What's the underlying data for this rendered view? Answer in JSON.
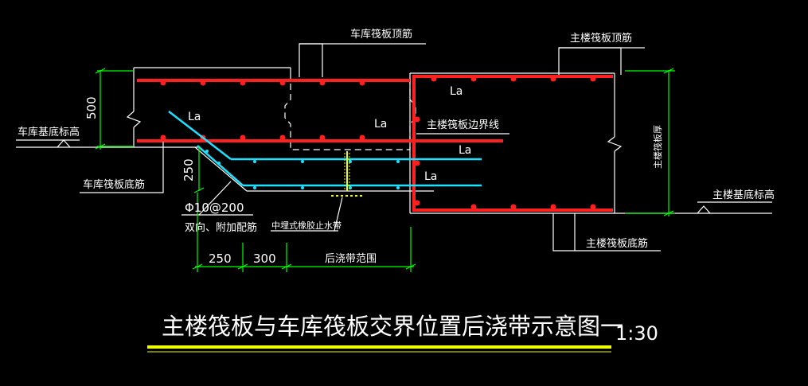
{
  "labels": {
    "garage_raft_top_rebar": "车库筏板顶筋",
    "main_raft_top_rebar": "主楼筏板顶筋",
    "main_raft_boundary": "主楼筏板边界线",
    "garage_base_elevation": "车库基底标高",
    "garage_raft_bottom_rebar": "车库筏板底筋",
    "main_raft_bottom_rebar": "主楼筏板底筋",
    "main_raft_thickness": "主楼筏板厚",
    "main_base_elevation": "主楼基底标高",
    "rebar_spec": "Φ10@200",
    "rebar_note": "双向、附加配筋",
    "waterstop": "中埋式橡胶止水带",
    "post_pour_range": "后浇带范围",
    "la": "La",
    "dim_500": "500",
    "dim_250_v": "250",
    "dim_250_h": "250",
    "dim_300": "300"
  },
  "title": {
    "text": "主楼筏板与车库筏板交界位置后浇带示意图一",
    "scale": "1:30"
  },
  "colors": {
    "background": "#000000",
    "rebar_main": "#ff2020",
    "rebar_added": "#20e0ff",
    "dimension": "#00ff00",
    "title_underline": "#f0ff00"
  }
}
